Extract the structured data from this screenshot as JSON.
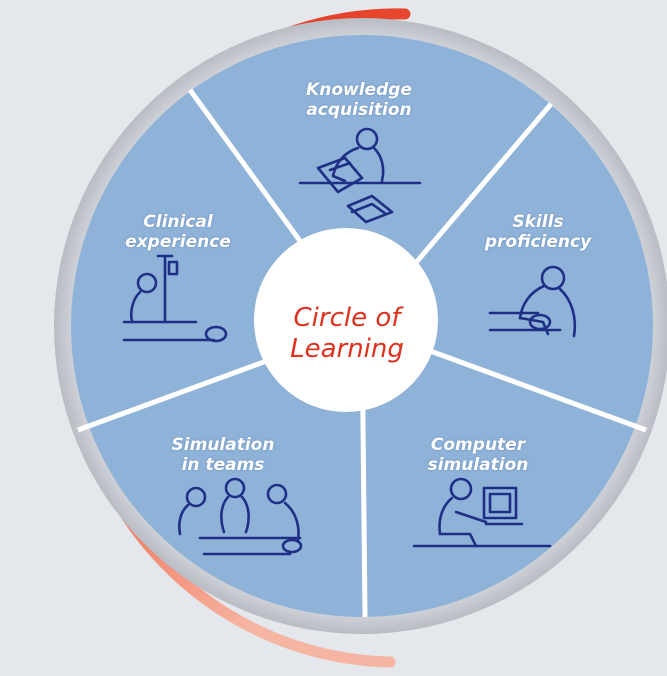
{
  "center": {
    "line1": "Circle of",
    "line2": "Learning"
  },
  "segments": [
    {
      "id": "knowledge",
      "line1": "Knowledge",
      "line2": "acquisition",
      "icon": "reading-person-icon"
    },
    {
      "id": "skills",
      "line1": "Skills",
      "line2": "proficiency",
      "icon": "examining-patient-icon"
    },
    {
      "id": "computer",
      "line1": "Computer",
      "line2": "simulation",
      "icon": "computer-user-icon"
    },
    {
      "id": "teams",
      "line1": "Simulation",
      "line2": "in teams",
      "icon": "team-around-patient-icon"
    },
    {
      "id": "clinical",
      "line1": "Clinical",
      "line2": "experience",
      "icon": "bedside-iv-patient-icon"
    }
  ],
  "colors": {
    "background": "#e4e7eb",
    "segment_fill": "#8fb2d9",
    "divider": "#ffffff",
    "center_fill": "#ffffff",
    "center_text": "#e0301e",
    "icon_stroke": "#1f2f86",
    "outer_ring": "#c8ccd2",
    "arc_red": "#e02818",
    "arc_orange": "#f39a82"
  }
}
